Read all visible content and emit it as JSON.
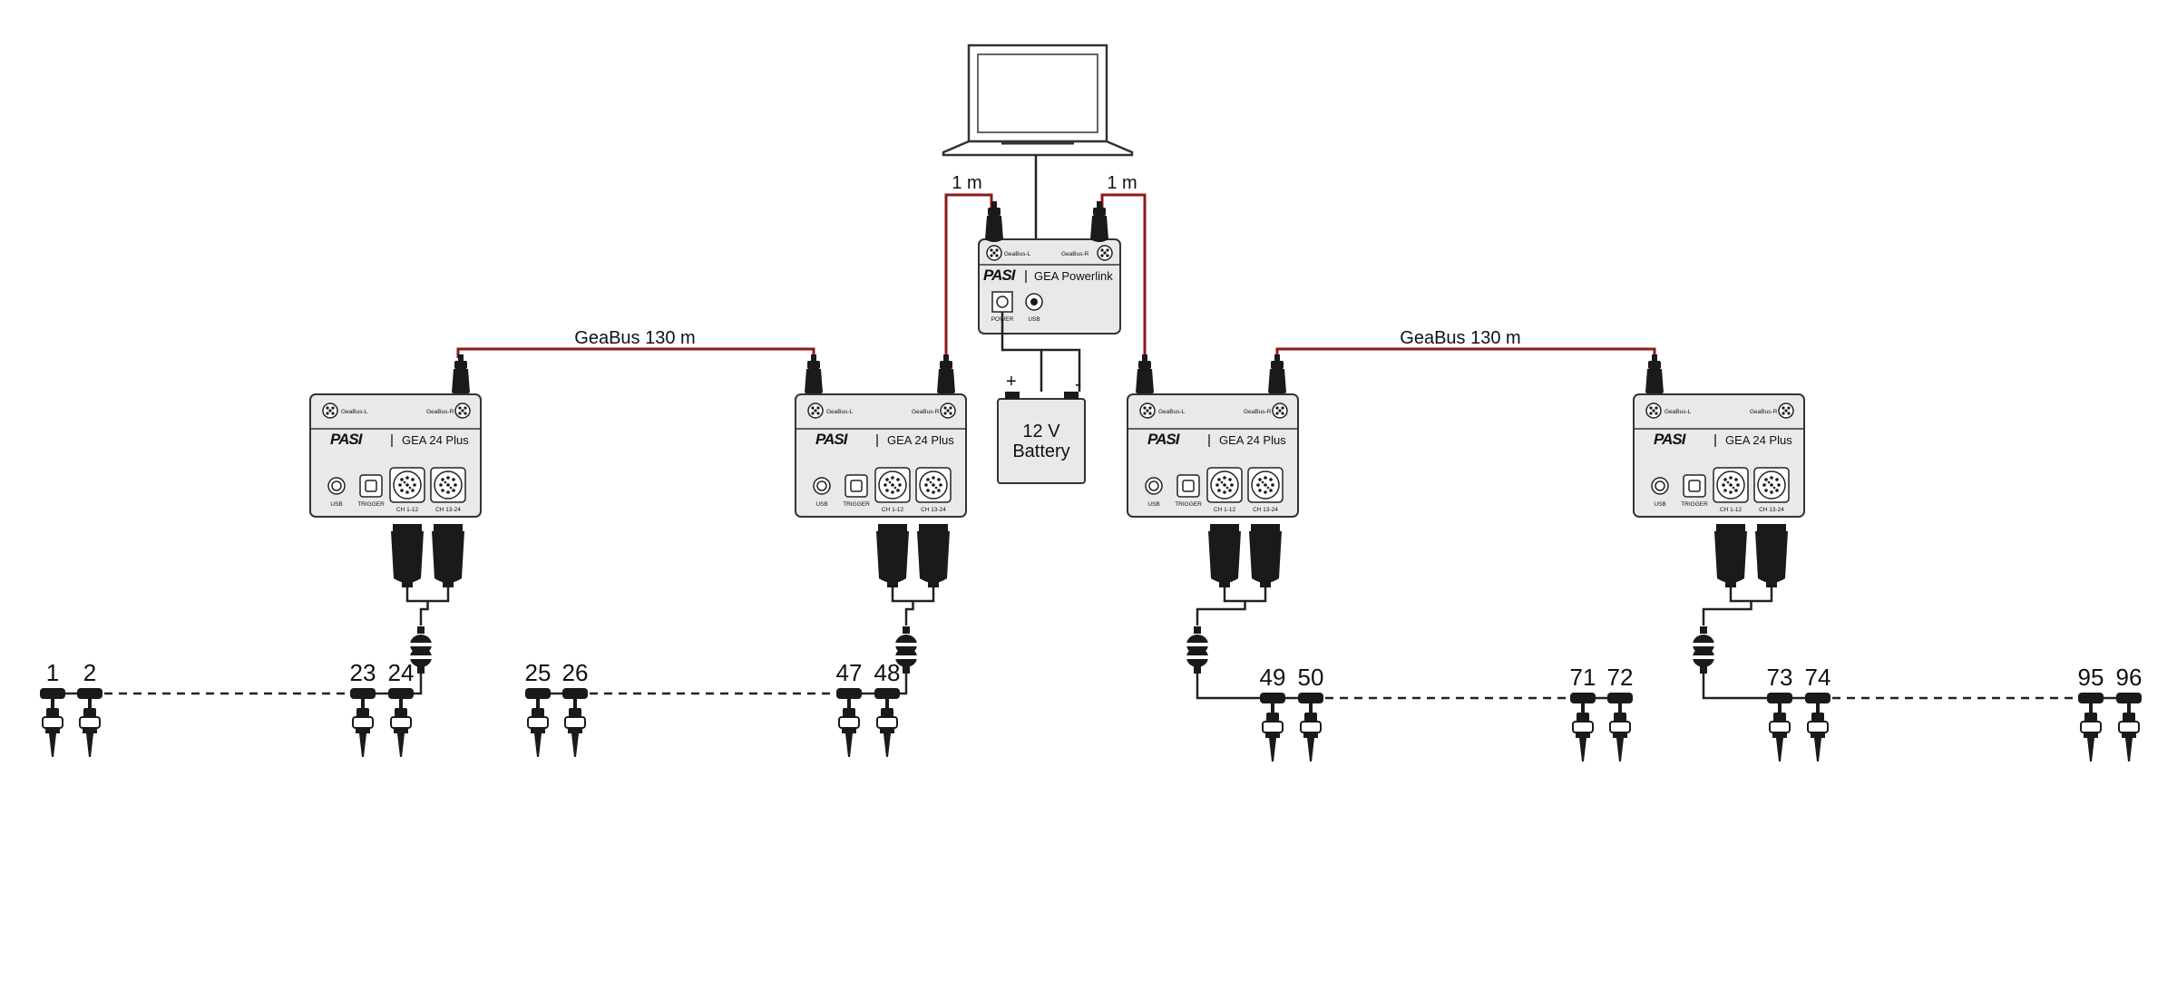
{
  "diagram": {
    "brand": "PASI",
    "laptop": {
      "name": "laptop"
    },
    "cable_labels": {
      "left_link": "1 m",
      "right_link": "1 m",
      "left_bus": "GeaBus 130 m",
      "right_bus": "GeaBus 130 m"
    },
    "powerlink": {
      "model": "GEA Powerlink",
      "port_left": "GeaBus-L",
      "port_right": "GeaBus-R",
      "power_label": "POWER",
      "usb_label": "USB"
    },
    "battery": {
      "line1": "12 V",
      "line2": "Battery",
      "plus": "+",
      "minus": "-"
    },
    "gea_unit": {
      "model": "GEA 24 Plus",
      "port_left": "GeaBus-L",
      "port_right": "GeaBus-R",
      "usb_label": "USB",
      "trigger_label": "TRIGGER",
      "ch1_label": "CH 1-12",
      "ch2_label": "CH 13-24"
    },
    "groups": [
      {
        "labels": [
          "1",
          "2",
          "23",
          "24"
        ]
      },
      {
        "labels": [
          "25",
          "26",
          "47",
          "48"
        ]
      },
      {
        "labels": [
          "49",
          "50",
          "71",
          "72"
        ]
      },
      {
        "labels": [
          "73",
          "74",
          "95",
          "96"
        ]
      }
    ]
  }
}
